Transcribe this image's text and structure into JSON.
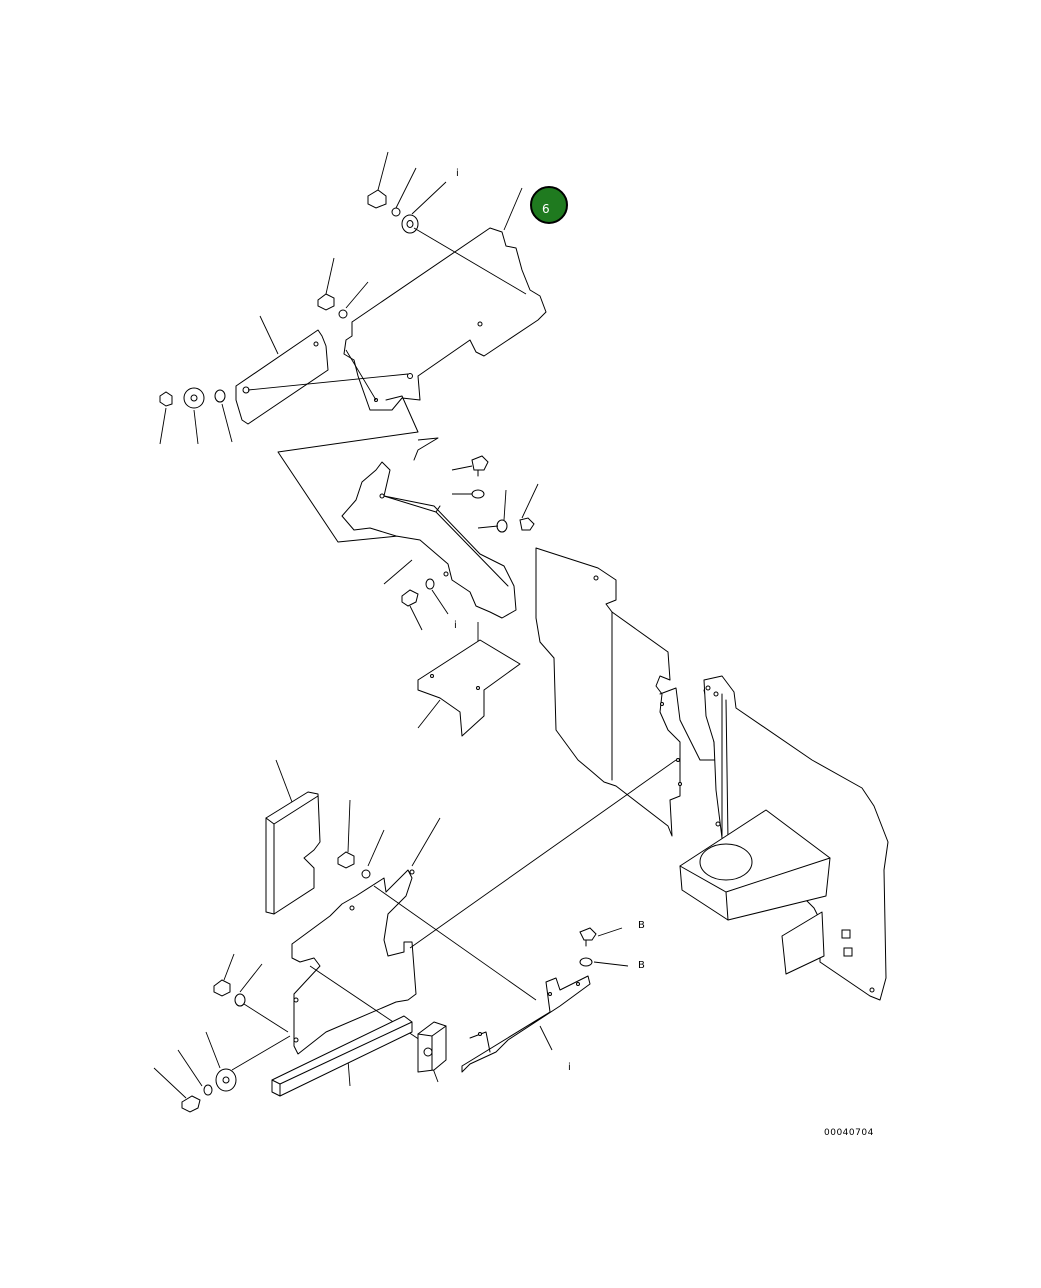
{
  "callout": {
    "number": "6",
    "color": "#1f7a1f"
  },
  "drawing_number": "00040704",
  "small_marks": [
    "i",
    "i",
    "B",
    "B",
    "i"
  ]
}
